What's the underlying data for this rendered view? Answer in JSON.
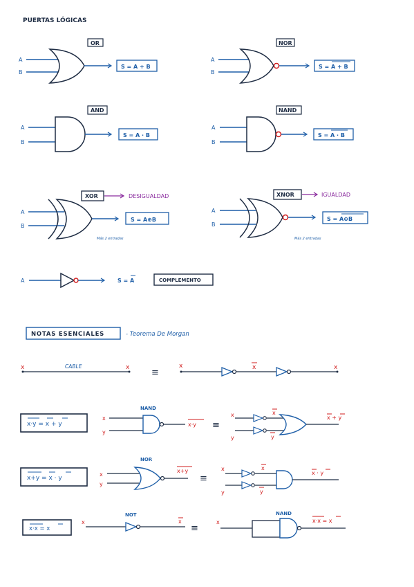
{
  "title": "PUERTAS LÓGICAS",
  "inputs": {
    "a": "A",
    "b": "B"
  },
  "gates": {
    "or": {
      "name": "OR",
      "eq": "S = A + B"
    },
    "nor": {
      "name": "NOR",
      "eq_prefix": "S = ",
      "eq_over": "A + B"
    },
    "and": {
      "name": "AND",
      "eq": "S = A · B"
    },
    "nand": {
      "name": "NAND",
      "eq_prefix": "S = ",
      "eq_over": "A · B"
    },
    "xor": {
      "name": "XOR",
      "tag": "DESIGUALDAD",
      "eq": "S = A⊕B",
      "note": "Más 2 entradas"
    },
    "xnor": {
      "name": "XNOR",
      "tag": "IGUALDAD",
      "eq_prefix": "S = ",
      "eq_over": "A⊕B",
      "note": "Más 2 entradas"
    },
    "not": {
      "eq_prefix": "S = ",
      "eq_over": "A",
      "box": "COMPLEMENTO"
    }
  },
  "notes": {
    "title": "NOTAS ESENCIALES",
    "subtitle": "- Teorema De Morgan",
    "x": "x",
    "y": "y",
    "equiv": "≡",
    "cable_label": "CABLE",
    "row1": {
      "left": "x·y = x + y",
      "gate": "NAND",
      "out": "x·y",
      "result": "x + y"
    },
    "row2": {
      "left": "x+y = x · y",
      "gate": "NOR",
      "out": "x+y",
      "result": "x · y"
    },
    "row3": {
      "left": "x·x = x",
      "gate": "NOT",
      "out": "x",
      "gate2": "NAND",
      "result": "x·x = x"
    }
  },
  "colors": {
    "ink": "#1f2d44",
    "blue": "#1f5fa8",
    "red": "#d01c1c",
    "purple": "#8a2b9e"
  }
}
